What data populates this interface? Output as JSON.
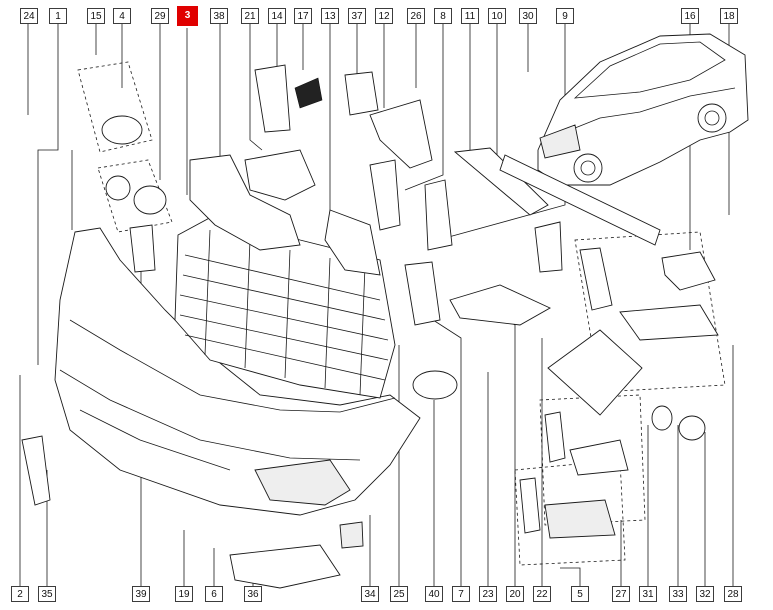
{
  "diagram": {
    "highlight_ref": "3",
    "top_refs": [
      "24",
      "1",
      "15",
      "4",
      "29",
      "3",
      "38",
      "21",
      "14",
      "17",
      "13",
      "37",
      "12",
      "26",
      "8",
      "11",
      "10",
      "30",
      "9",
      "16",
      "18"
    ],
    "bottom_refs": [
      "2",
      "35",
      "39",
      "19",
      "6",
      "36",
      "34",
      "25",
      "40",
      "7",
      "23",
      "20",
      "22",
      "5",
      "27",
      "31",
      "33",
      "32",
      "28"
    ]
  }
}
